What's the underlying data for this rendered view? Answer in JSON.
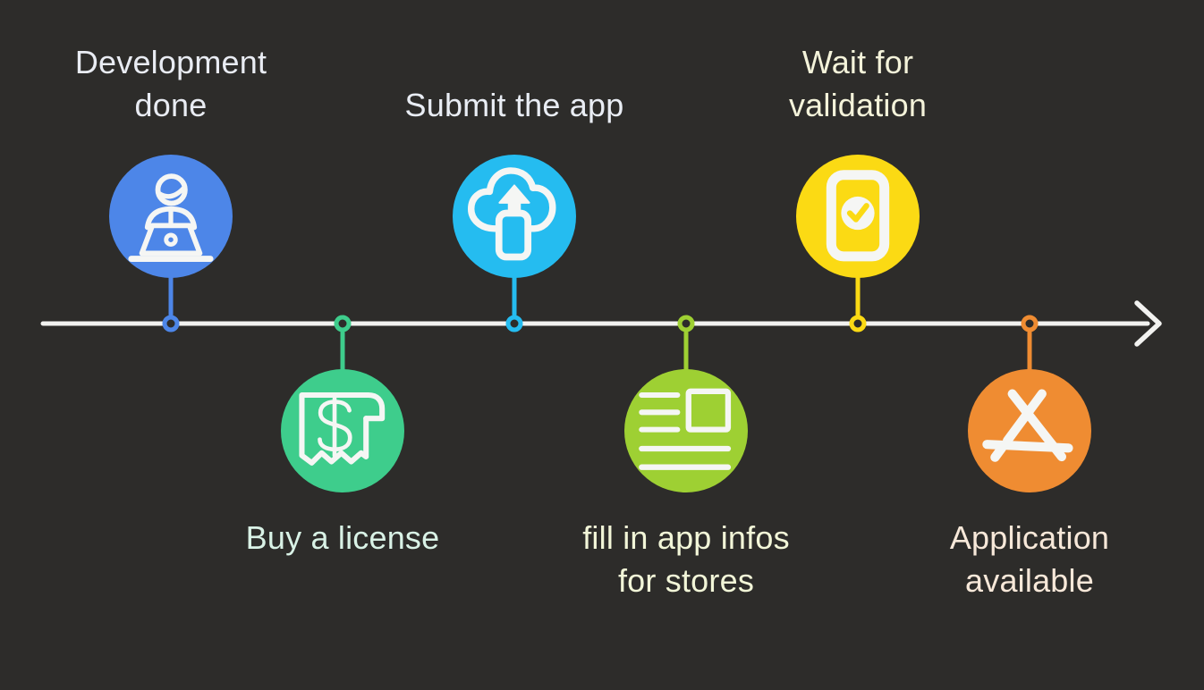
{
  "canvas": {
    "background": "#2d2c2a",
    "line_color": "#f2f2f0",
    "icon_color": "#f5f6f4"
  },
  "timeline": {
    "direction": "left-to-right",
    "node_count": "6"
  },
  "nodes": [
    {
      "label": "Development\ndone",
      "position": "above",
      "color": "#4d86e8",
      "label_color": "#e9ecf3",
      "icon": "developer-at-laptop-icon"
    },
    {
      "label": "Buy a license",
      "position": "below",
      "color": "#3ecd8c",
      "label_color": "#d9f2e6",
      "icon": "receipt-dollar-icon"
    },
    {
      "label": "Submit the app",
      "position": "above",
      "color": "#25bcf0",
      "label_color": "#e9edf4",
      "icon": "cloud-upload-phone-icon"
    },
    {
      "label": "fill in app infos\nfor stores",
      "position": "below",
      "color": "#9ed033",
      "label_color": "#f2f6d8",
      "icon": "app-info-form-icon"
    },
    {
      "label": "Wait for\nvalidation",
      "position": "above",
      "color": "#fbda14",
      "label_color": "#f4f3da",
      "icon": "phone-check-icon"
    },
    {
      "label": "Application\navailable",
      "position": "below",
      "color": "#ef8c32",
      "label_color": "#f7e8d9",
      "icon": "app-store-icon"
    }
  ]
}
